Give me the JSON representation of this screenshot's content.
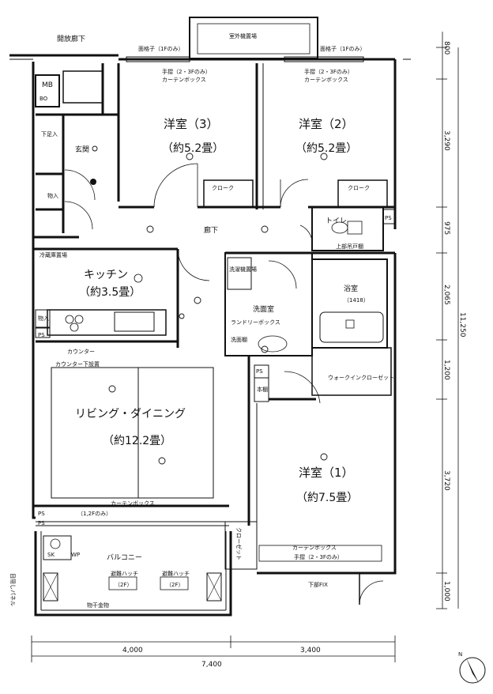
{
  "labels": {
    "open_corridor": "開放廊下",
    "outdoor_unit": "室外機置場",
    "grille_left": "面格子（1Fのみ）",
    "grille_right": "面格子（1Fのみ）",
    "curtain_left_a": "手摺（2・3Fのみ）",
    "curtain_left_b": "カーテンボックス",
    "curtain_right_a": "手摺（2・3Fのみ）",
    "curtain_right_b": "カーテンボックス",
    "mb": "MB",
    "bo": "BO",
    "shoe_box": "下足入",
    "entrance": "玄関",
    "storage": "物入",
    "room3": "洋室（3）",
    "room3_size": "（約5.2畳）",
    "room2": "洋室（2）",
    "room2_size": "（約5.2畳）",
    "closet3": "クローク",
    "closet2": "クローク",
    "hall": "廊下",
    "toilet": "トイレ",
    "upper_cabinet": "上部吊戸棚",
    "ps_top": "PS",
    "fridge": "冷蔵庫置場",
    "kitchen": "キッチン",
    "kitchen_size": "（約3.5畳）",
    "washer": "洗濯機置場",
    "washroom": "洗面室",
    "laundry": "ランドリーボックス",
    "wash_shelf": "洗面棚",
    "bath": "浴室",
    "bath_size": "（1418）",
    "ps_kitchen": "PS",
    "kitchen_storage": "物入",
    "counter": "カウンター",
    "under_counter": "カウンター下設置",
    "ps_mid": "PS",
    "shelf": "本棚",
    "walkin": "ウォークインクローゼット",
    "living": "リビング・ダイニング",
    "living_size": "（約12.2畳）",
    "room1": "洋室（1）",
    "room1_size": "（約7.5畳）",
    "curtain_living": "カーテンボックス",
    "curtain_living_note": "（1,2Fのみ）",
    "ps_bottom_a": "PS",
    "ps_bottom_b": "PS",
    "sk": "SK",
    "wp": "WP",
    "balcony": "バルコニー",
    "hatch_left": "避難ハッチ",
    "hatch_left_floor": "（2F）",
    "hatch_right": "避難ハッチ",
    "hatch_right_floor": "（2F）",
    "dry_fitting": "物干金物",
    "partition": "目隠しパネル",
    "curtain_room1": "カーテンボックス",
    "curtain_room1_note": "手摺（2・3Fのみ）",
    "fix": "下部FIX",
    "closet_small": "クローゼット"
  },
  "dimensions": {
    "right": [
      "800",
      "3,290",
      "975",
      "2,065",
      "1,200",
      "3,720",
      "1,000"
    ],
    "right_total": "11,250",
    "bottom": [
      "4,000",
      "3,400"
    ],
    "bottom_total": "7,400"
  },
  "north_label": "N"
}
